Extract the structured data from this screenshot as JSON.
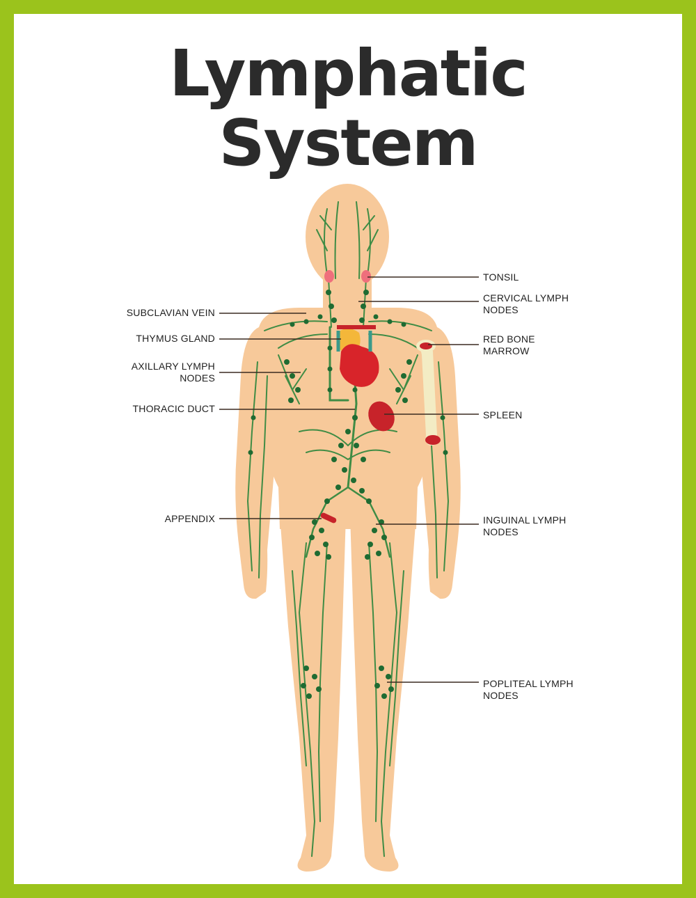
{
  "title": {
    "line1": "Lymphatic",
    "line2": "System"
  },
  "labels_left": [
    {
      "id": "subclavian",
      "lines": [
        "SUBCLAVIAN VEIN"
      ]
    },
    {
      "id": "thymus",
      "lines": [
        "THYMUS GLAND"
      ]
    },
    {
      "id": "axillary",
      "lines": [
        "AXILLARY LYMPH",
        "NODES"
      ]
    },
    {
      "id": "thoracic",
      "lines": [
        "THORACIC DUCT"
      ]
    },
    {
      "id": "appendix",
      "lines": [
        "APPENDIX"
      ]
    }
  ],
  "labels_right": [
    {
      "id": "tonsil",
      "lines": [
        "TONSIL"
      ]
    },
    {
      "id": "cervical",
      "lines": [
        "CERVICAL LYMPH",
        "NODES"
      ]
    },
    {
      "id": "marrow",
      "lines": [
        "RED BONE",
        "MARROW"
      ]
    },
    {
      "id": "spleen",
      "lines": [
        "SPLEEN"
      ]
    },
    {
      "id": "inguinal",
      "lines": [
        "INGUINAL LYMPH",
        "NODES"
      ]
    },
    {
      "id": "popliteal",
      "lines": [
        "POPLITEAL LYMPH",
        "NODES"
      ]
    }
  ],
  "colors": {
    "border": "#9bc31c",
    "skin": "#f7c99a",
    "lymph_vessel": "#3f8c45",
    "lymph_node": "#1f6b32",
    "organ_red": "#c7232a",
    "heart": "#d8242a",
    "thymus": "#f4b73a",
    "bone": "#f3ecc4",
    "tonsil": "#ef6f7c",
    "leader_line": "#3a2a20"
  }
}
